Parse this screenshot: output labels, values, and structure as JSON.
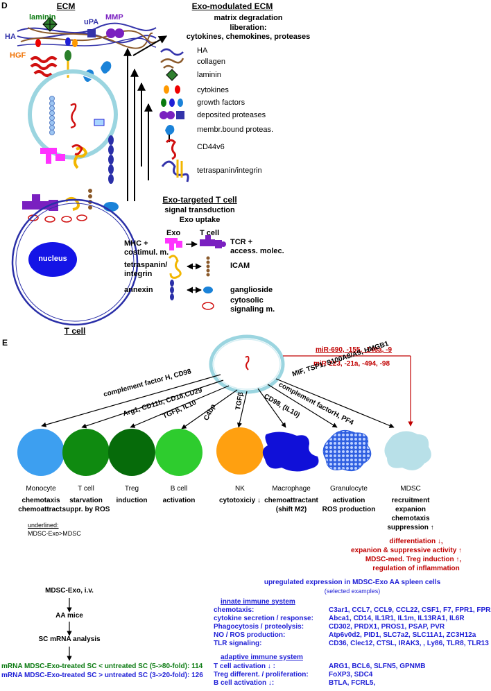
{
  "panel_d": {
    "letter": "D",
    "ecm_title": "ECM",
    "exo_ecm_title": "Exo-modulated ECM",
    "ecm_labels": {
      "laminin": "laminin",
      "upa": "uPA",
      "mmp": "MMP",
      "ha": "HA",
      "hgf": "HGF"
    },
    "degradation": [
      "matrix degradation",
      "liberation:",
      "cytokines, chemokines, proteases"
    ],
    "legend": [
      "HA",
      "collagen",
      "laminin",
      "cytokines",
      "growth factors",
      "deposited proteases",
      "membr.bound proteas.",
      "CD44v6",
      "tetraspanin/integrin"
    ],
    "tcell_title": "Exo-targeted T cell",
    "tcell_sub": [
      "signal transduction",
      "Exo uptake"
    ],
    "exo_label": "Exo",
    "tcell_label": "T cell",
    "pairs": [
      {
        "left": [
          "MHC +",
          "costimul. m."
        ],
        "right": [
          "TCR +",
          "access. molec."
        ]
      },
      {
        "left": [
          "tetraspanin/",
          "integrin"
        ],
        "right": [
          "ICAM"
        ]
      },
      {
        "left": [
          "annexin"
        ],
        "right": [
          "ganglioside"
        ]
      }
    ],
    "cytosolic": [
      "cytosolic",
      "signaling m."
    ],
    "nucleus": "nucleus",
    "tcell_bottom": "T cell"
  },
  "panel_e": {
    "letter": "E",
    "mirna": [
      "miR-690, -155, -146a, -9",
      "miR-223, -21a, -494, -98"
    ],
    "arrow_labels": {
      "monocyte": "complement factor H, CD98",
      "tcell": "Arg1, CD11b, CD18,CD29",
      "treg": "TGFβ, IL10",
      "bcell": "C4bp",
      "nk": "TGFβ",
      "macro": "CD98, (IL10)",
      "gran": "complement factorH, PF4",
      "mdsc": "MIF, TSP1, S100A8/A9, HMGB1"
    },
    "cells": [
      {
        "name": "Monocyte",
        "effect": [
          "chemotaxis",
          "chemoattract."
        ]
      },
      {
        "name": "T cell",
        "effect": [
          "starvation",
          "suppr. by ROS"
        ]
      },
      {
        "name": "Treg",
        "effect": [
          "induction"
        ]
      },
      {
        "name": "B cell",
        "effect": [
          "activation"
        ]
      },
      {
        "name": "NK",
        "effect": [
          "cytotoxiciy ↓"
        ]
      },
      {
        "name": "Macrophage",
        "effect": [
          "chemoattractant",
          "(shift M2)"
        ]
      },
      {
        "name": "Granulocyte",
        "effect": [
          "activation",
          "ROS production"
        ]
      },
      {
        "name": "MDSC",
        "effect": [
          "recruitment",
          "expanion",
          "chemotaxis",
          "suppression ↑"
        ]
      }
    ],
    "underlined_note": [
      "underlined:",
      "MDSC-Exo>MDSC"
    ],
    "mdsc_red": [
      "differentiation ↓,",
      "expanion & suppressive activity ↑",
      "MDSC-med. Treg induction ↑,",
      "regulation of inflammation"
    ],
    "flow": [
      "MDSC-Exo, i.v.",
      "AA mice",
      "SC mRNA analysis"
    ],
    "mrna_lines": [
      "mRNA MDSC-Exo-treated SC < untreated SC (5->80-fold): 114",
      "mRNA MDSC-Exo-treated SC > untreated SC (3->20-fold): 126"
    ],
    "table_title": "upregulated expression in MDSC-Exo AA spleen cells",
    "table_sub": "(selected examples)",
    "innate_title": "innate immune system",
    "innate_rows": [
      {
        "k": "chemotaxis:",
        "v": "C3ar1, CCL7, CCL9, CCL22, CSF1, F7, FPR1, FPR2"
      },
      {
        "k": "cytokine secretion / response:",
        "v": "Abca1, CD14, IL1R1, IL1m, IL13RA1, IL6R"
      },
      {
        "k": "Phagocytosis / proteolysis:",
        "v": "CD302, PRDX1, PROS1, PSAP, PVR"
      },
      {
        "k": "NO / ROS production:",
        "v": "Atp6v0d2, PID1, SLC7a2, SLC11A1, ZC3H12a"
      },
      {
        "k": "TLR signaling:",
        "v": "CD36, Clec12, CTSL, IRAK3, , Ly86, TLR8, TLR13"
      }
    ],
    "adaptive_title": "adaptive immune system",
    "adaptive_rows": [
      {
        "k": "T cell activation ↓ :",
        "v": "ARG1, BCL6, SLFN5, GPNMB"
      },
      {
        "k": "Treg different. / proliferation:",
        "v": "FoXP3, SDC4"
      },
      {
        "k": "B cell activation ↓:",
        "v": "BTLA, FCRL5,"
      }
    ]
  }
}
